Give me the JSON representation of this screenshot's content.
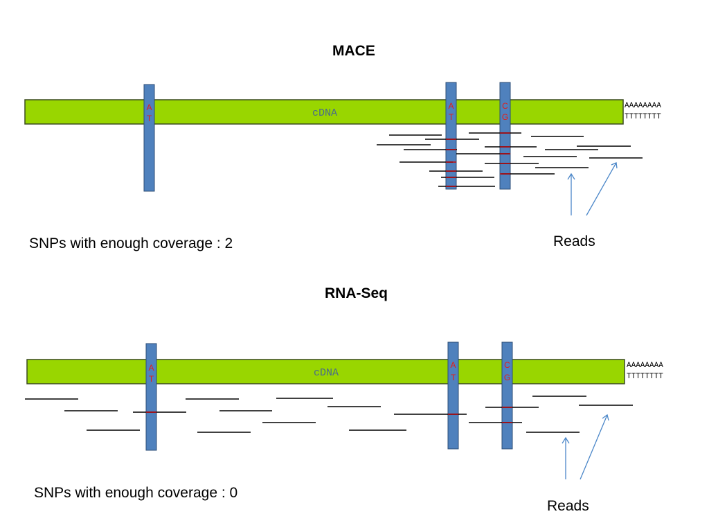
{
  "colors": {
    "cdna_fill": "#99d600",
    "cdna_stroke": "#3a4a20",
    "snp_bar_fill": "#4f81bd",
    "snp_bar_stroke": "#2c4d75",
    "allele_text": "#e0201a",
    "read_line": "#000000",
    "snp_mark": "#cc0000",
    "arrow": "#4a86c8"
  },
  "panels": [
    {
      "title": "MACE",
      "cdna_label": "cDNA",
      "poly_a": "AAAAAAAA",
      "poly_t": "TTTTTTTT",
      "caption": "SNPs with enough coverage : 2",
      "reads_label": "Reads",
      "snps": [
        {
          "alleles": [
            "A",
            "T"
          ]
        },
        {
          "alleles": [
            "A",
            "T"
          ]
        },
        {
          "alleles": [
            "C",
            "G"
          ]
        }
      ]
    },
    {
      "title": "RNA-Seq",
      "cdna_label": "cDNA",
      "poly_a": "AAAAAAAA",
      "poly_t": "TTTTTTTT",
      "caption": "SNPs with enough coverage : 0",
      "reads_label": "Reads",
      "snps": [
        {
          "alleles": [
            "A",
            "T"
          ]
        },
        {
          "alleles": [
            "A",
            "T"
          ]
        },
        {
          "alleles": [
            "C",
            "G"
          ]
        }
      ]
    }
  ]
}
